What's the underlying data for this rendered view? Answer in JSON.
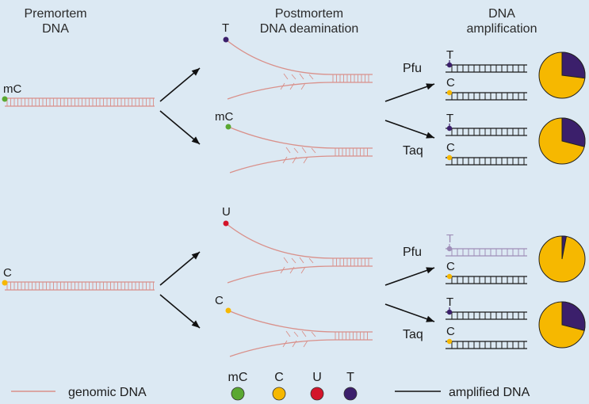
{
  "headers": {
    "premortem_line1": "Premortem",
    "premortem_line2": "DNA",
    "postmortem_line1": "Postmortem",
    "postmortem_line2": "DNA deamination",
    "amplification_line1": "DNA",
    "amplification_line2": "amplification"
  },
  "colors": {
    "genomic": "#d9908a",
    "amplified": "#1a1a1a",
    "mC": "#5aa832",
    "C": "#f6b800",
    "U": "#d3142a",
    "T": "#3b1f6b",
    "T_faded": "#9f8fb8",
    "background": "#dce9f3"
  },
  "top_panel": {
    "premortem_base": "mC",
    "deaminated": [
      {
        "base": "T",
        "color_key": "T"
      },
      {
        "base": "mC",
        "color_key": "mC"
      }
    ],
    "amplified": [
      {
        "polymerase": "Pfu",
        "strands": [
          {
            "base": "T",
            "color_key": "T"
          },
          {
            "base": "C",
            "color_key": "C"
          }
        ],
        "pie_fraction_T": 0.27
      },
      {
        "polymerase": "Taq",
        "strands": [
          {
            "base": "T",
            "color_key": "T"
          },
          {
            "base": "C",
            "color_key": "C"
          }
        ],
        "pie_fraction_T": 0.29
      }
    ]
  },
  "bottom_panel": {
    "premortem_base": "C",
    "deaminated": [
      {
        "base": "U",
        "color_key": "U"
      },
      {
        "base": "C",
        "color_key": "C"
      }
    ],
    "amplified": [
      {
        "polymerase": "Pfu",
        "strands": [
          {
            "base": "T",
            "color_key": "T_faded"
          },
          {
            "base": "C",
            "color_key": "C"
          }
        ],
        "pie_fraction_T": 0.03
      },
      {
        "polymerase": "Taq",
        "strands": [
          {
            "base": "T",
            "color_key": "T"
          },
          {
            "base": "C",
            "color_key": "C"
          }
        ],
        "pie_fraction_T": 0.29
      }
    ]
  },
  "legend": {
    "genomic_label": "genomic DNA",
    "amplified_label": "amplified DNA",
    "bases": [
      {
        "label": "mC",
        "color_key": "mC"
      },
      {
        "label": "C",
        "color_key": "C"
      },
      {
        "label": "U",
        "color_key": "U"
      },
      {
        "label": "T",
        "color_key": "T"
      }
    ]
  }
}
